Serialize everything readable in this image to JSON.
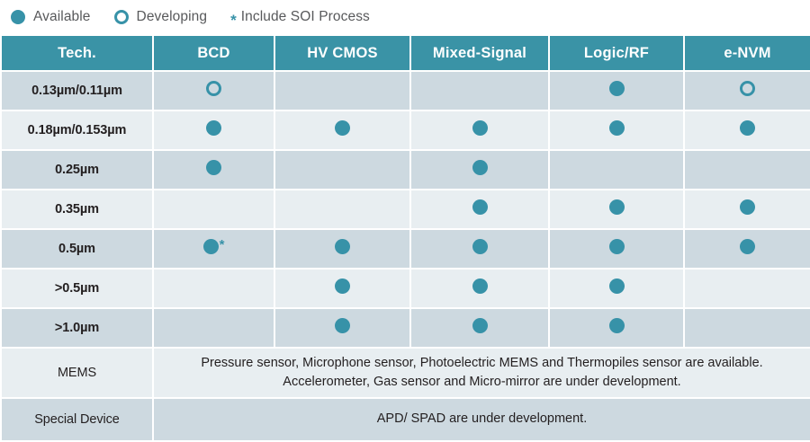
{
  "legend": {
    "items": [
      {
        "icon": "filled-circle-icon",
        "label": "Available"
      },
      {
        "icon": "hollow-circle-icon",
        "label": "Developing"
      },
      {
        "icon": "asterisk-icon",
        "label": "Include SOI Process"
      }
    ],
    "asterisk_glyph": "*"
  },
  "colors": {
    "header_teal": "#3a93a6",
    "marker_teal": "#3792a8",
    "row_odd": "#cdd9e0",
    "row_even": "#e8eef1",
    "text": "#231f20",
    "legend_text": "#58595b"
  },
  "table": {
    "headers": [
      "Tech.",
      "BCD",
      "HV CMOS",
      "Mixed-Signal",
      "Logic/RF",
      "e-NVM"
    ],
    "rows": [
      {
        "tech": "0.13µm/0.11µm",
        "cells": [
          "developing",
          "",
          "",
          "available",
          "developing"
        ]
      },
      {
        "tech": "0.18µm/0.153µm",
        "cells": [
          "available",
          "available",
          "available",
          "available",
          "available"
        ]
      },
      {
        "tech": "0.25µm",
        "cells": [
          "available",
          "",
          "available",
          "",
          ""
        ]
      },
      {
        "tech": "0.35µm",
        "cells": [
          "",
          "",
          "available",
          "available",
          "available"
        ]
      },
      {
        "tech": "0.5µm",
        "cells": [
          "available-soi",
          "available",
          "available",
          "available",
          "available"
        ]
      },
      {
        "tech": ">0.5µm",
        "cells": [
          "",
          "available",
          "available",
          "available",
          ""
        ]
      },
      {
        "tech": ">1.0µm",
        "cells": [
          "",
          "available",
          "available",
          "available",
          ""
        ]
      }
    ],
    "notes": [
      {
        "label": "MEMS",
        "lines": [
          "Pressure sensor, Microphone sensor, Photoelectric MEMS and Thermopiles sensor are available.",
          "Accelerometer, Gas sensor and Micro-mirror are under development."
        ]
      },
      {
        "label": "Special Device",
        "lines": [
          "APD/ SPAD are under development."
        ]
      }
    ]
  }
}
